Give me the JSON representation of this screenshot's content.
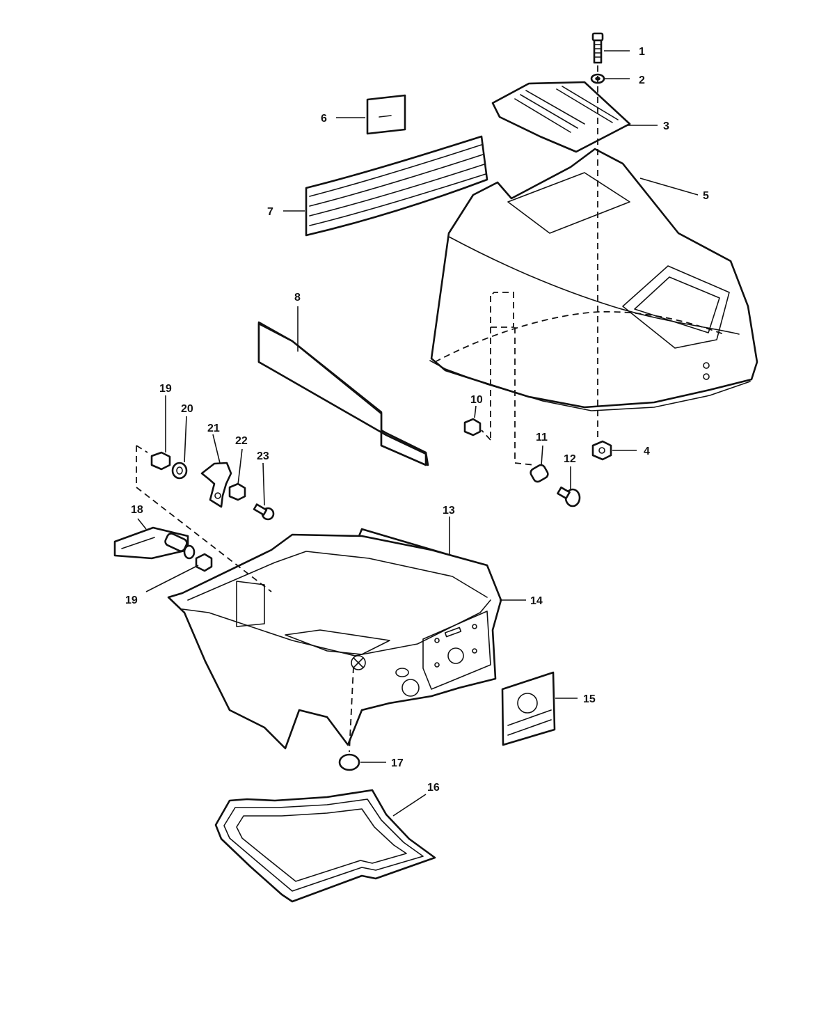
{
  "callouts": [
    {
      "id": "1",
      "label": "1"
    },
    {
      "id": "2",
      "label": "2"
    },
    {
      "id": "3",
      "label": "3"
    },
    {
      "id": "4",
      "label": "4"
    },
    {
      "id": "5",
      "label": "5"
    },
    {
      "id": "6",
      "label": "6"
    },
    {
      "id": "7",
      "label": "7"
    },
    {
      "id": "8",
      "label": "8"
    },
    {
      "id": "10",
      "label": "10"
    },
    {
      "id": "11",
      "label": "11"
    },
    {
      "id": "12",
      "label": "12"
    },
    {
      "id": "13",
      "label": "13"
    },
    {
      "id": "14",
      "label": "14"
    },
    {
      "id": "15",
      "label": "15"
    },
    {
      "id": "16",
      "label": "16"
    },
    {
      "id": "17",
      "label": "17"
    },
    {
      "id": "18",
      "label": "18"
    },
    {
      "id": "19a",
      "label": "19"
    },
    {
      "id": "19b",
      "label": "19"
    },
    {
      "id": "20",
      "label": "20"
    },
    {
      "id": "21",
      "label": "21"
    },
    {
      "id": "22",
      "label": "22"
    },
    {
      "id": "23",
      "label": "23"
    }
  ],
  "colors": {
    "line": "#111111",
    "background": "#ffffff"
  }
}
